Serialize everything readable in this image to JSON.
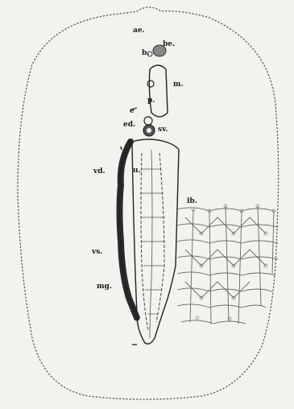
{
  "figure": {
    "labels": {
      "ae": "ae.",
      "be": "be.",
      "b": "b.",
      "m": "m.",
      "p": "p.",
      "e": "e",
      "ed": "ed.",
      "sv": "sv.",
      "u": "u.",
      "vd": "vd.",
      "ib": "ib.",
      "vs": "vs.",
      "mg": "mg."
    },
    "colors": {
      "paper": "#f3f2ee",
      "ink": "#1c1c1c",
      "dark_ink": "#2a2a2a",
      "dots": "#555555"
    }
  }
}
